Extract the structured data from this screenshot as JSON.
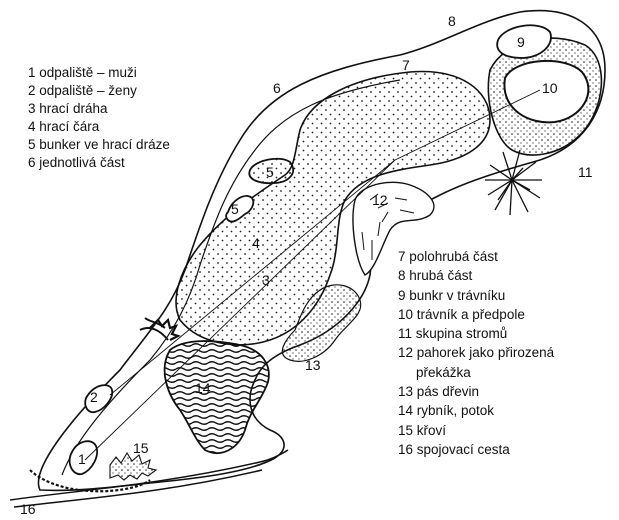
{
  "legend_left": [
    "1 odpaliště – muži",
    "2 odpaliště – ženy",
    "3 hrací dráha",
    "4 hrací čára",
    "5 bunker ve hrací dráze",
    "6 jednotlivá část"
  ],
  "legend_right": [
    "7 polohrubá část",
    "8 hrubá část",
    "9 bunkr v trávníku",
    "10 trávník  a předpole",
    "11 skupina stromů",
    "12 pahorek jako přirozená",
    "překážka",
    "13 pás dřevin",
    "14 rybník, potok",
    "15 křoví",
    "16 spojovací cesta"
  ],
  "map_labels": {
    "n1": "1",
    "n2": "2",
    "n3": "3",
    "n4": "4",
    "n5a": "5",
    "n5b": "5",
    "n6": "6",
    "n7": "7",
    "n8": "8",
    "n9": "9",
    "n10": "10",
    "n11": "11",
    "n12": "12",
    "n13": "13",
    "n14": "14",
    "n15": "15",
    "n16": "16"
  }
}
